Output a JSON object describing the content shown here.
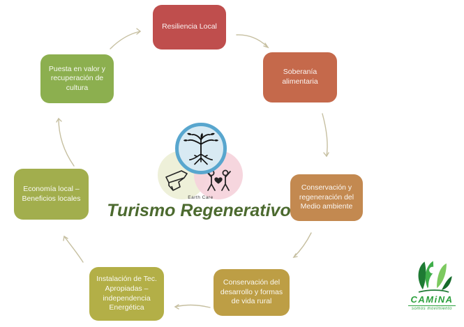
{
  "title": "Turismo Regenerativo",
  "center_logo": {
    "caption": "Earth Care",
    "circles": [
      {
        "name": "earth-care-circle",
        "icon": "tree-roots-icon",
        "fill": "#d8eaf3",
        "border": "#58a6ce"
      },
      {
        "name": "fair-share-circle",
        "icon": "hands-icon",
        "fill": "#eef0d8"
      },
      {
        "name": "people-care-circle",
        "icon": "people-heart-icon",
        "fill": "#f6d4dd"
      }
    ]
  },
  "diagram": {
    "type": "cycle",
    "arrow_color": "#c6bfa0",
    "nodes": [
      {
        "label": "Resiliencia Local",
        "color": "#bf4e4d"
      },
      {
        "label": "Soberanía alimentaria",
        "color": "#c5694b"
      },
      {
        "label": "Conservación y regeneración del Medio ambiente",
        "color": "#c38950"
      },
      {
        "label": "Conservación del desarrollo y formas de vida rural",
        "color": "#bd9e45"
      },
      {
        "label": "Instalación de Tec. Apropiadas – independencia Energética",
        "color": "#b3af47"
      },
      {
        "label": "Economía local – Beneficios locales",
        "color": "#a2ae4d"
      },
      {
        "label": "Puesta en valor y recuperación de cultura",
        "color": "#8caf4f"
      }
    ]
  },
  "footer_logo": {
    "brand": "CAMiNA",
    "tagline": "somos movimiento",
    "color": "#2ba03c"
  }
}
